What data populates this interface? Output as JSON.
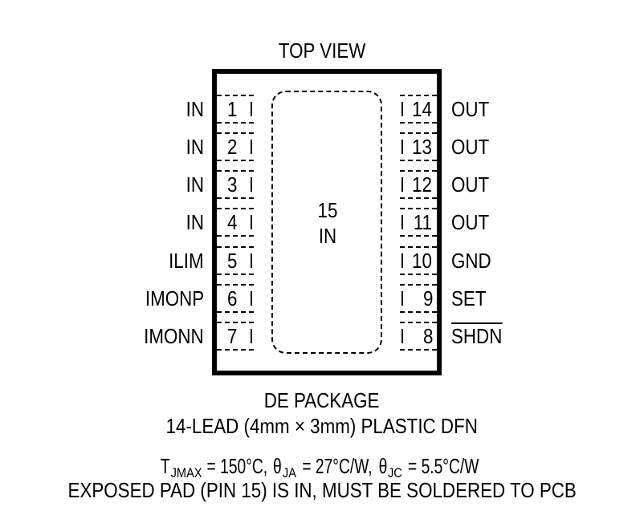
{
  "title": "TOP VIEW",
  "exposed_pad": {
    "number": "15",
    "name": "IN"
  },
  "left_pins": [
    {
      "number": "1",
      "name": "IN"
    },
    {
      "number": "2",
      "name": "IN"
    },
    {
      "number": "3",
      "name": "IN"
    },
    {
      "number": "4",
      "name": "IN"
    },
    {
      "number": "5",
      "name": "ILIM"
    },
    {
      "number": "6",
      "name": "IMONP"
    },
    {
      "number": "7",
      "name": "IMONN"
    }
  ],
  "right_pins": [
    {
      "number": "14",
      "name": "OUT"
    },
    {
      "number": "13",
      "name": "OUT"
    },
    {
      "number": "12",
      "name": "OUT"
    },
    {
      "number": "11",
      "name": "OUT"
    },
    {
      "number": "10",
      "name": "GND"
    },
    {
      "number": "9",
      "name": "SET"
    },
    {
      "number": "8",
      "name": "SHDN",
      "overbar": true
    }
  ],
  "package": {
    "name": "DE PACKAGE",
    "description": "14-LEAD (4mm × 3mm) PLASTIC DFN"
  },
  "thermal": {
    "tjmax_symbol": "T",
    "tjmax_sub": "JMAX",
    "tjmax_value": " = 150°C, ",
    "theta_ja_symbol": "θ",
    "theta_ja_sub": "JA",
    "theta_ja_value": " = 27°C/W, ",
    "theta_jc_symbol": "θ",
    "theta_jc_sub": "JC",
    "theta_jc_value": " = 5.5°C/W"
  },
  "note": "EXPOSED PAD (PIN 15) IS IN, MUST BE SOLDERED TO PCB"
}
